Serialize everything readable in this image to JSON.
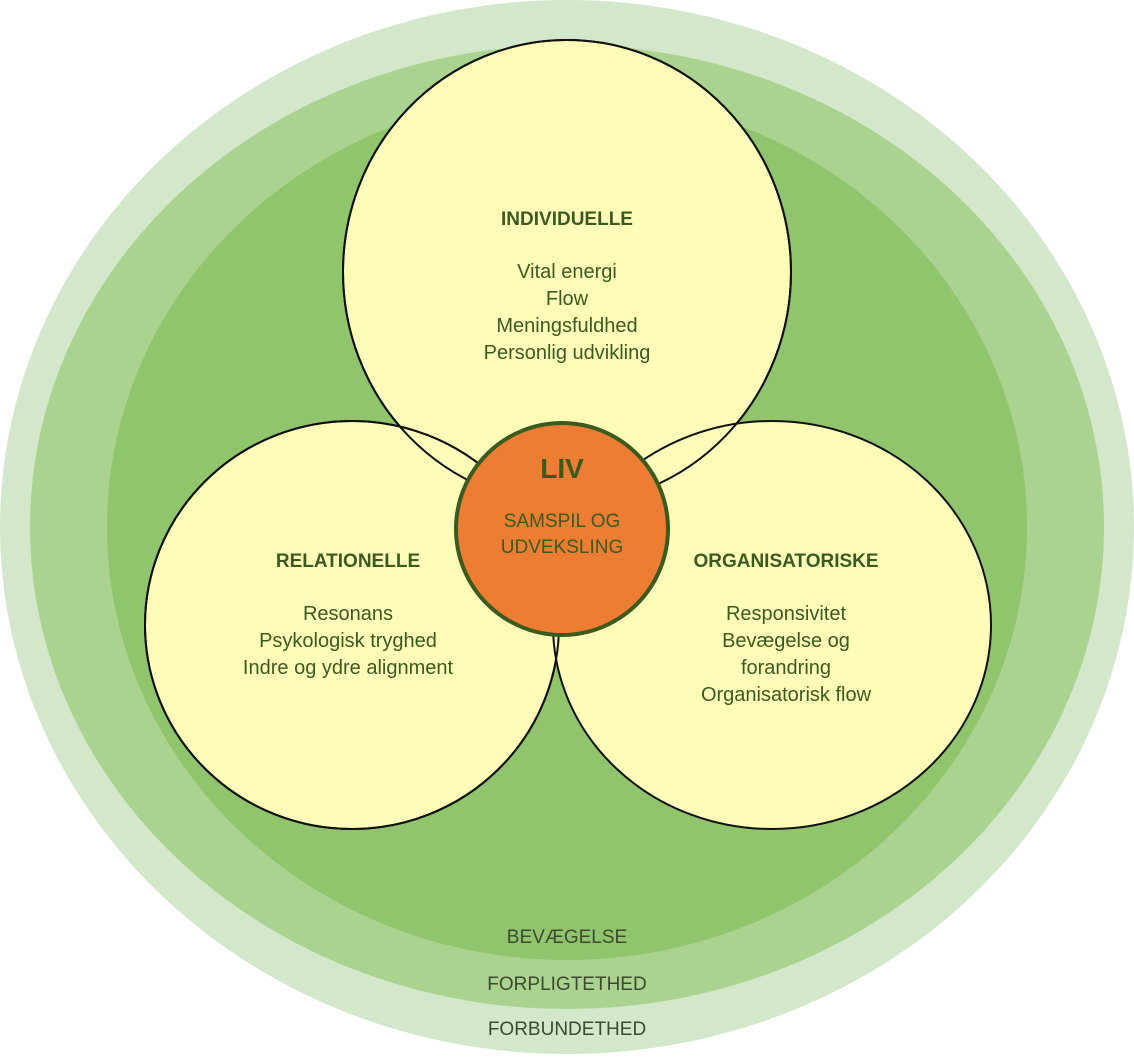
{
  "rings": {
    "outer": {
      "label": "FORBUNDETHED",
      "color": "#d3e8cb"
    },
    "middle": {
      "label": "FORPLIGTETHED",
      "color": "#a9d38f"
    },
    "inner": {
      "label": "BEVÆGELSE",
      "color": "#90c46d"
    }
  },
  "circles": {
    "individuelle": {
      "title": "INDIVIDUELLE",
      "items": [
        "Vital energi",
        "Flow",
        "Meningsfuldhed",
        "Personlig udvikling"
      ]
    },
    "relationelle": {
      "title": "RELATIONELLE",
      "items": [
        "Resonans",
        "Psykologisk tryghed",
        "Indre og ydre alignment"
      ]
    },
    "organisatoriske": {
      "title": "ORGANISATORISKE",
      "items": [
        "Responsivitet",
        "Bevægelse og",
        "forandring",
        "Organisatorisk flow"
      ]
    },
    "fill": "#fefcb8"
  },
  "center": {
    "title": "LIV",
    "lines": [
      "SAMSPIL OG",
      "UDVEKSLING"
    ],
    "color": "#ec7d32",
    "border": "#3b5a1e"
  }
}
